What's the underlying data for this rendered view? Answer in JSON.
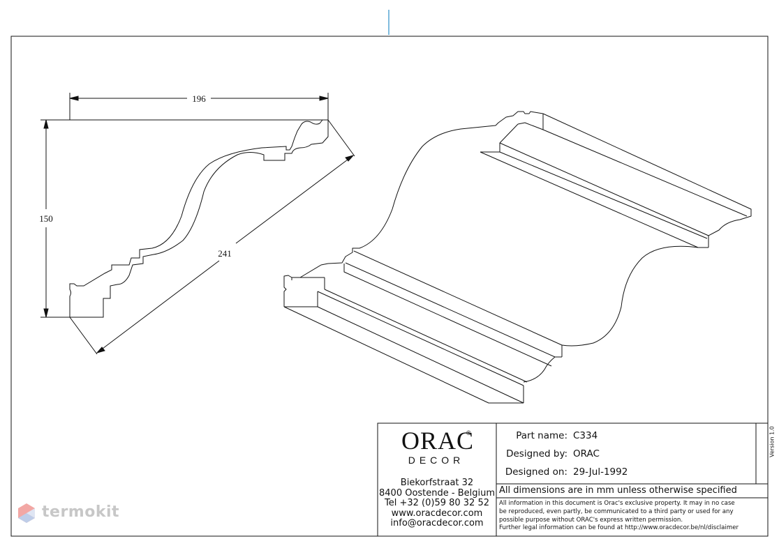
{
  "drawing": {
    "dim_width": "196",
    "dim_height": "150",
    "dim_diagonal": "241"
  },
  "title_block": {
    "logo_main": "ORAC",
    "logo_reg": "®",
    "logo_sub": "DECOR",
    "address": [
      "Biekorfstraat 32",
      "8400 Oostende - Belgium",
      "Tel  +32 (0)59 80 32 52",
      "www.oracdecor.com",
      "info@oracdecor.com"
    ],
    "part_name_label": "Part name:",
    "part_name_value": "C334",
    "designed_by_label": "Designed by:",
    "designed_by_value": "ORAC",
    "designed_on_label": "Designed on:",
    "designed_on_value": "29-Jul-1992",
    "dimensions_note": "All dimensions are in mm unless otherwise specified",
    "legal_lines": [
      "All information in this document is Orac's exclusive property.  It may in no case",
      "be reproduced, even partly, be communicated to a third party or used for any",
      "possible purpose without ORAC's express written permission.",
      "Further legal information can be found at http://www.oracdecor.be/nl/disclaimer"
    ],
    "version": "Version 1.0"
  },
  "watermark": {
    "text": "termokit",
    "icon": "hexagon-logo-icon"
  },
  "colors": {
    "line": "#111111",
    "accent": "#2a8fc8",
    "watermark_red": "#e8615a",
    "watermark_blue": "#8aa6d6"
  }
}
